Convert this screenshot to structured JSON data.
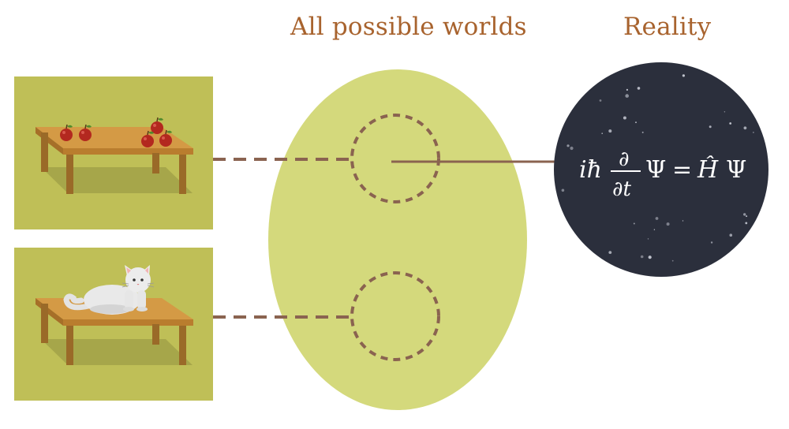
{
  "headings": {
    "possible_worlds": "All possible worlds",
    "reality": "Reality"
  },
  "panels": [
    {
      "name": "table-with-apples",
      "contents": "apples"
    },
    {
      "name": "table-with-cat",
      "contents": "cat"
    }
  ],
  "equation": {
    "lhs_prefix": "iħ",
    "numerator": "∂",
    "denominator": "∂t",
    "psi": "Ψ",
    "equals": "=",
    "hamiltonian": "Ĥ",
    "psi_rhs": "Ψ"
  },
  "colors": {
    "heading": "#a8632e",
    "panel_bg": "#bfbf57",
    "ellipse": "#d4d97c",
    "connector": "#8a6350",
    "reality_circle": "#2b2f3c",
    "table_top": "#d49a45",
    "table_legs": "#9a6a28",
    "apple": "#b3281f",
    "cat": "#e9e9e9"
  }
}
